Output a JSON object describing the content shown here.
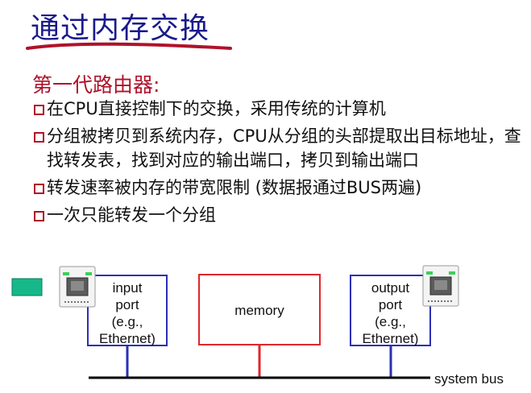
{
  "title": "通过内存交换",
  "subtitle": "第一代路由器:",
  "bullets": [
    "在CPU直接控制下的交换，采用传统的计算机",
    "分组被拷贝到系统内存，CPU从分组的头部提取出目标地址，查找转发表，找到对应的输出端口，拷贝到输出端口",
    "转发速率被内存的带宽限制 (数据报通过BUS两遍)",
    "一次只能转发一个分组"
  ],
  "diagram": {
    "input_port_label": [
      "input",
      "port",
      "(e.g.,",
      "Ethernet)"
    ],
    "memory_label": "memory",
    "output_port_label": [
      "output",
      "port",
      "(e.g.,",
      "Ethernet)"
    ],
    "bus_label": "system bus"
  },
  "colors": {
    "title": "#1a1a8c",
    "accent_red": "#b0122a",
    "port_box": "#2b2fb5",
    "memory_box": "#e0262c",
    "bus": "#000000",
    "connector_blue": "#2b2fb5",
    "connector_red": "#e0262c",
    "teal_marker": "#16b88a"
  }
}
